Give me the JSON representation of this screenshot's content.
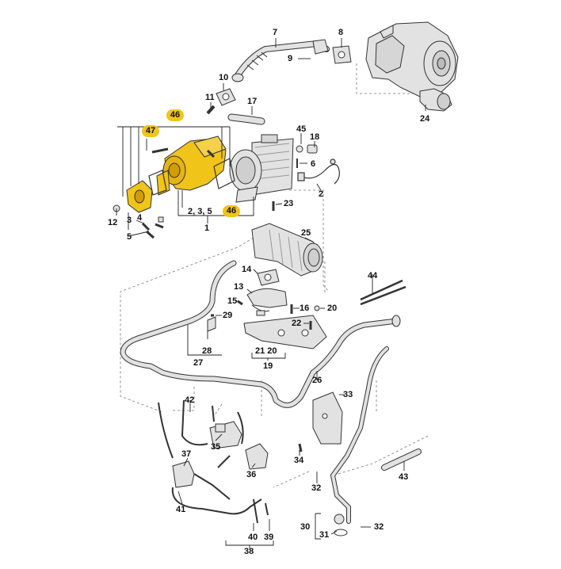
{
  "diagram": {
    "labels": {
      "l1": "1",
      "l2": "2",
      "l235": "2, 3, 5",
      "l3": "3",
      "l5": "5",
      "l4": "4",
      "l6": "6",
      "l7": "7",
      "l8": "8",
      "l9": "9",
      "l10": "10",
      "l11": "11",
      "l12": "12",
      "l13": "13",
      "l14": "14",
      "l15": "15",
      "l16": "16",
      "l17": "17",
      "l18": "18",
      "l19": "19",
      "l20": "20",
      "l2120": "21  20",
      "l21": "21",
      "l22": "22",
      "l23": "23",
      "l24": "24",
      "l25": "25",
      "l26": "26",
      "l27": "27",
      "l28": "28",
      "l29": "29",
      "l30": "30",
      "l31": "31",
      "l32a": "32",
      "l32b": "32",
      "l33": "33",
      "l34": "34",
      "l35": "35",
      "l36": "36",
      "l37": "37",
      "l38": "38",
      "l39": "39",
      "l40": "40",
      "l41": "41",
      "l42": "42",
      "l43": "43",
      "l44": "44",
      "l45": "45"
    },
    "highlight": {
      "b46a": "46",
      "b47": "47",
      "b46b": "46"
    },
    "colors": {
      "highlight": "#f0c419",
      "part_fill": "#e2e2e2",
      "part_stroke": "#333333",
      "leader": "#222222",
      "dashed": "#777777"
    }
  }
}
